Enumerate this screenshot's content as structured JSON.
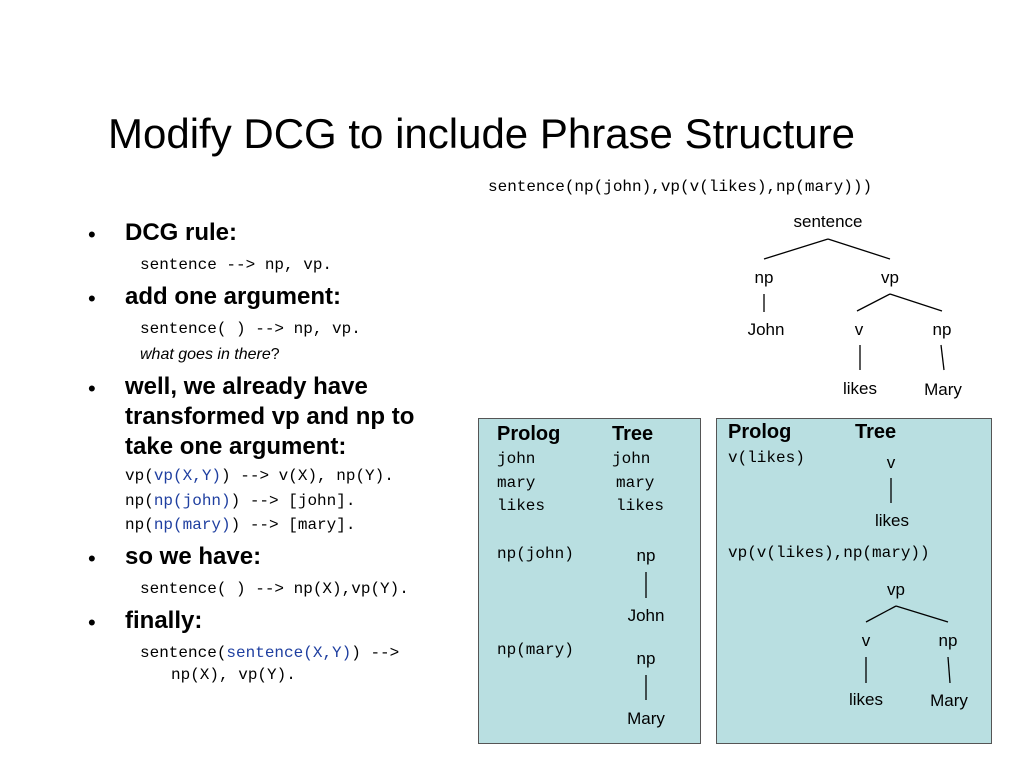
{
  "title": "Modify DCG to include Phrase Structure",
  "example_term": "sentence(np(john),vp(v(likes),np(mary)))",
  "bullets": {
    "b1": "DCG rule:",
    "b1_code": "sentence --> np, vp.",
    "b2": "add one argument:",
    "b2_code": "sentence( ) --> np, vp.",
    "b2_note": "what goes in there",
    "b2_note_q": "?",
    "b3_line1": "well, we already have",
    "b3_line2": "transformed vp and np to",
    "b3_line3": "take one argument:",
    "b3_code1_a": "vp(",
    "b3_code1_b": "vp(X,Y)",
    "b3_code1_c": ") --> v(X), np(Y).",
    "b3_code2_a": "np(",
    "b3_code2_b": "np(john)",
    "b3_code2_c": ") --> [john].",
    "b3_code3_a": "np(",
    "b3_code3_b": "np(mary)",
    "b3_code3_c": ") --> [mary].",
    "b4": "so we have:",
    "b4_code": "sentence( ) --> np(X),vp(Y).",
    "b5": "finally:",
    "b5_code1_a": "sentence(",
    "b5_code1_b": "sentence(X,Y)",
    "b5_code1_c": ") -->",
    "b5_code2": "np(X), vp(Y)."
  },
  "main_tree": {
    "sentence": "sentence",
    "np": "np",
    "vp": "vp",
    "john": "John",
    "v": "v",
    "np2": "np",
    "likes": "likes",
    "mary": "Mary"
  },
  "box1": {
    "hdr_prolog": "Prolog",
    "hdr_tree": "Tree",
    "rows": [
      {
        "prolog": "john",
        "tree": "john"
      },
      {
        "prolog": "mary",
        "tree": "mary"
      },
      {
        "prolog": "likes",
        "tree": "likes"
      }
    ],
    "np_john_term": "np(john)",
    "np_john_np": "np",
    "np_john_leaf": "John",
    "np_mary_term": "np(mary)",
    "np_mary_np": "np",
    "np_mary_leaf": "Mary"
  },
  "box2": {
    "hdr_prolog": "Prolog",
    "hdr_tree": "Tree",
    "v_term": "v(likes)",
    "v_node": "v",
    "v_leaf": "likes",
    "vp_term": "vp(v(likes),np(mary))",
    "vp_node": "vp",
    "vp_v": "v",
    "vp_np": "np",
    "vp_likes": "likes",
    "vp_mary": "Mary"
  }
}
